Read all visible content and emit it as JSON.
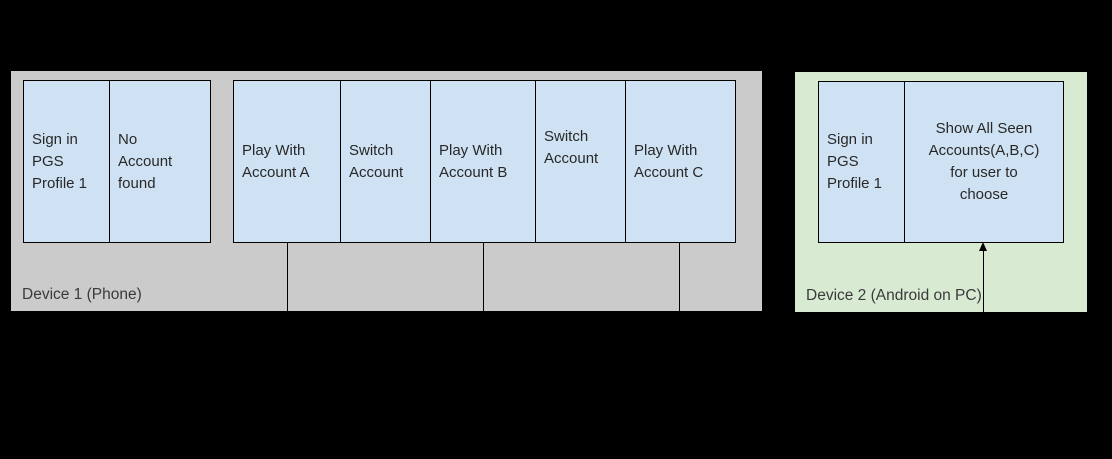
{
  "colors": {
    "background": "#000000",
    "device1_panel": "#cbcbcb",
    "device2_panel": "#d9ead3",
    "box_fill": "#cfe2f3",
    "box_border": "#000000",
    "text": "#282828"
  },
  "device1": {
    "label": "Device 1 (Phone)",
    "signin_boxes": [
      "Sign in PGS Profile 1",
      "No Account found"
    ],
    "timeline_boxes": [
      "Play With Account A",
      "Switch Account",
      "Play With Account B",
      "Switch Account",
      "Play With Account C"
    ]
  },
  "device2": {
    "label": "Device 2 (Android on PC)",
    "boxes": [
      "Sign in PGS Profile 1",
      "Show All Seen Accounts(A,B,C) for user to choose"
    ]
  }
}
